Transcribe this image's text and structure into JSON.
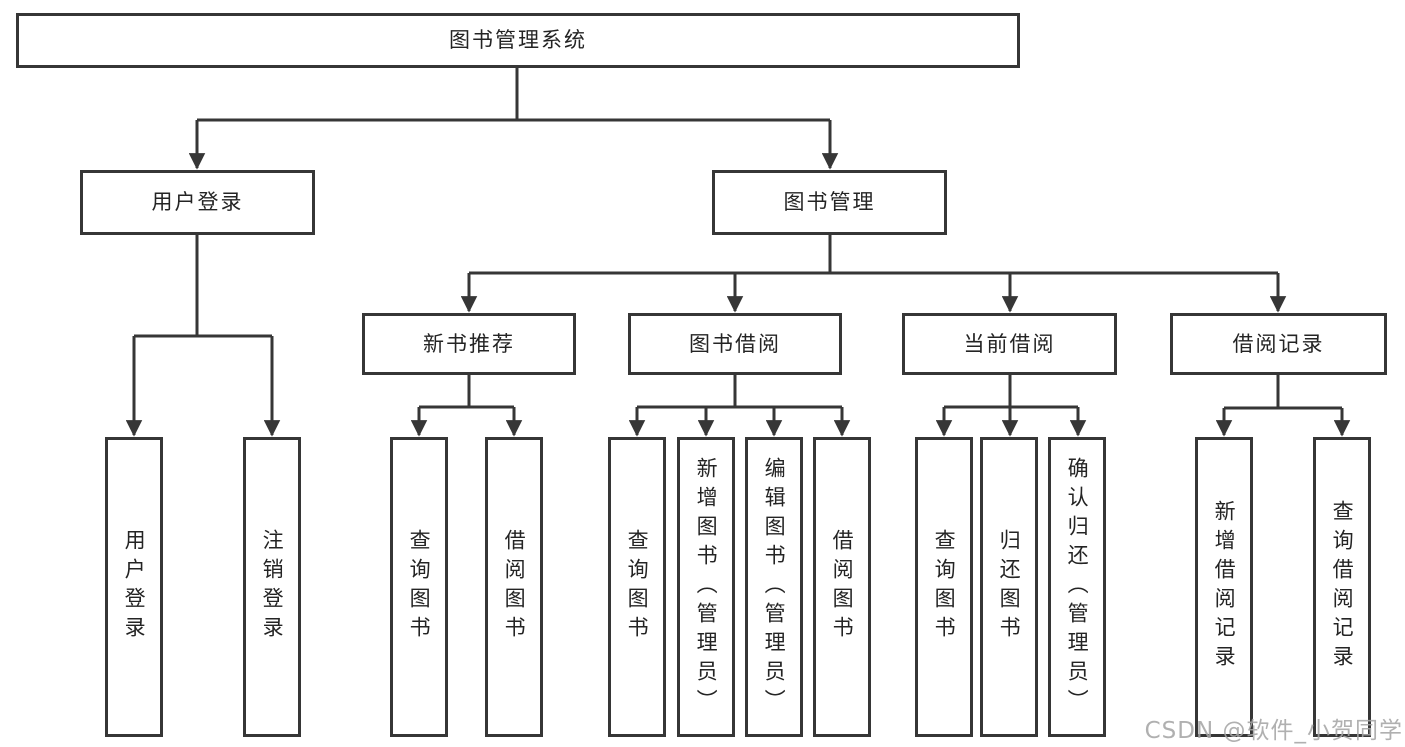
{
  "colors": {
    "line": "#363636",
    "node_text": "#242424",
    "node_background": "#ffffff",
    "watermark_text": "#a5a5a5"
  },
  "tree": {
    "root": {
      "label": "图书管理系统"
    },
    "children": [
      {
        "label": "用户登录",
        "children": [
          {
            "label": "用户登录"
          },
          {
            "label": "注销登录"
          }
        ]
      },
      {
        "label": "图书管理",
        "children": [
          {
            "label": "新书推荐",
            "children": [
              {
                "label": "查询图书"
              },
              {
                "label": "借阅图书"
              }
            ]
          },
          {
            "label": "图书借阅",
            "children": [
              {
                "label": "查询图书"
              },
              {
                "label": "新增图书（管理员）"
              },
              {
                "label": "编辑图书（管理员）"
              },
              {
                "label": "借阅图书"
              }
            ]
          },
          {
            "label": "当前借阅",
            "children": [
              {
                "label": "查询图书"
              },
              {
                "label": "归还图书"
              },
              {
                "label": "确认归还（管理员）"
              }
            ]
          },
          {
            "label": "借阅记录",
            "children": [
              {
                "label": "新增借阅记录"
              },
              {
                "label": "查询借阅记录"
              }
            ]
          }
        ]
      }
    ]
  },
  "watermark": {
    "text": "CSDN @软件_小贺同学"
  }
}
